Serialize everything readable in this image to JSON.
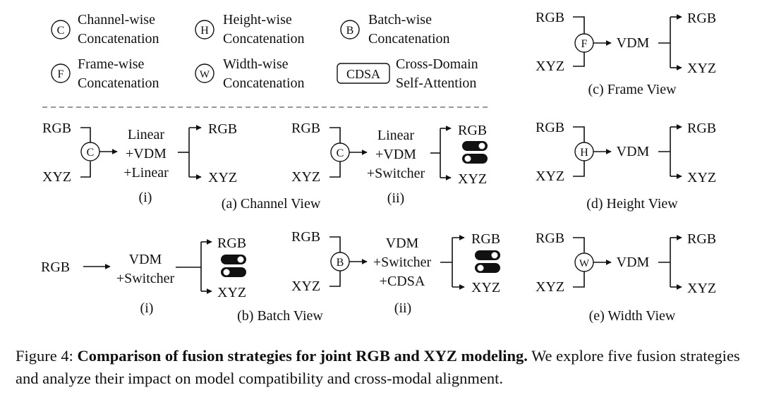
{
  "legend": {
    "channel": {
      "symbol": "C",
      "line1": "Channel-wise",
      "line2": "Concatenation"
    },
    "height": {
      "symbol": "H",
      "line1": "Height-wise",
      "line2": "Concatenation"
    },
    "batch": {
      "symbol": "B",
      "line1": "Batch-wise",
      "line2": "Concatenation"
    },
    "frame": {
      "symbol": "F",
      "line1": "Frame-wise",
      "line2": "Concatenation"
    },
    "width": {
      "symbol": "W",
      "line1": "Width-wise",
      "line2": "Concatenation"
    },
    "cdsa": {
      "symbol": "CDSA",
      "line1": "Cross-Domain",
      "line2": "Self-Attention"
    }
  },
  "labels": {
    "rgb": "RGB",
    "xyz": "XYZ"
  },
  "panels": {
    "frame": {
      "symbol": "F",
      "block": "VDM",
      "caption": "(c) Frame View"
    },
    "channel": {
      "caption": "(a) Channel View",
      "i": {
        "symbol": "C",
        "block": [
          "Linear",
          "+VDM",
          "+Linear"
        ],
        "tag": "(i)"
      },
      "ii": {
        "symbol": "C",
        "block": [
          "Linear",
          "+VDM",
          "+Switcher"
        ],
        "tag": "(ii)"
      }
    },
    "height": {
      "symbol": "H",
      "block": "VDM",
      "caption": "(d) Height View"
    },
    "batch": {
      "caption": "(b) Batch View",
      "i": {
        "block": [
          "VDM",
          "+Switcher"
        ],
        "tag": "(i)"
      },
      "ii": {
        "symbol": "B",
        "block": [
          "VDM",
          "+Switcher",
          "+CDSA"
        ],
        "tag": "(ii)"
      }
    },
    "width": {
      "symbol": "W",
      "block": "VDM",
      "caption": "(e) Width View"
    }
  },
  "caption": {
    "prefix": "Figure 4: ",
    "bold": "Comparison of fusion strategies for joint RGB and XYZ modeling.",
    "rest": " We explore five fusion strategies and analyze their impact on model compatibility and cross-modal alignment."
  }
}
